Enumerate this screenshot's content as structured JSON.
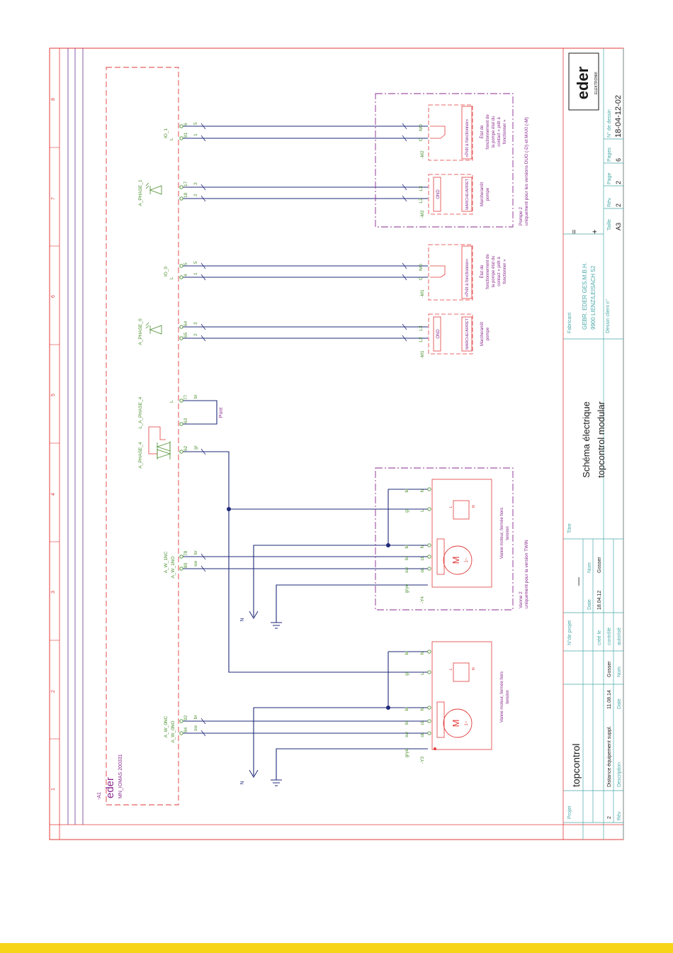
{
  "colors": {
    "frame": "#e23a3a",
    "wire": "#1f2a7a",
    "terminal": "#4a8f2e",
    "purple": "#8a2b8f",
    "teal": "#4aa8a8",
    "yellow": "#f7d417"
  },
  "grid_cols": [
    "1",
    "2",
    "3",
    "4",
    "5",
    "6",
    "7",
    "8"
  ],
  "module": {
    "ref": "-A1",
    "brand": "eder",
    "part": "MN_IOMAS 200331"
  },
  "top_labels": {
    "io1": "IO_1",
    "io0": "IO_0",
    "phase1": "A_PHASE_1",
    "phase0": "A_PHASE_0",
    "phase4": "A_PHASE_4",
    "lphase4": "L_A_PHASE_4",
    "w1nc": "A_W_1NC",
    "w1no": "A_W_1NO",
    "w0nc": "A_W_0NC",
    "w0no": "A_W_0NO",
    "L": "L",
    "N": "N",
    "pont": "Pont"
  },
  "terminals": {
    "t91": "91",
    "t6": "6",
    "t18": "18",
    "t17": "17",
    "t4": "4",
    "t5": "5",
    "t65": "65",
    "t64": "64",
    "t77": "77",
    "t63": "63",
    "t62": "62",
    "t80": "80",
    "t78": "78",
    "t94": "94",
    "t92": "92"
  },
  "wires": {
    "w1": "1",
    "w5": "5",
    "w2": "2",
    "w3": "3",
    "br": "br",
    "gr": "gr",
    "sw": "sw",
    "bl": "bl",
    "grye": "grye",
    "oL": "oL",
    "cL": "cL",
    "C": "C",
    "NO": "NO",
    "L3": "L3",
    "L2": "L2"
  },
  "devices": {
    "m2": "-M2",
    "m1": "-M1",
    "y4": "-Y4",
    "y3": "-Y3",
    "pret": "«Prêt à fonctionner»",
    "ond": "OND",
    "marche": "MARCHE/ARRET",
    "etat": [
      "État de",
      "fonctionnement de",
      "la pompe état du",
      "contact « prêt à",
      "fonctionner »"
    ],
    "marche_pompe": [
      "Marche/arrêt",
      "pompe"
    ],
    "pompe2": [
      "Pompe 2",
      "uniquement pour les versions DUO (-D) et MAXI (-M)"
    ],
    "vanne_note": [
      "Vanne moteur, fermée hors",
      "tension"
    ],
    "vanne2": [
      "Vanne 2",
      "uniquement pour la version TWIN"
    ],
    "motor": "M",
    "motor_sub": "1~",
    "relay_L": "L",
    "relay_N": "N",
    "relay_nc": "nc",
    "relay_wc": "wc",
    "relay_ot": "ot"
  },
  "title_block": {
    "projet_lbl": "Projet",
    "projet": "topcontrol",
    "nprojet_lbl": "N°de projet",
    "nprojet": "—",
    "titre_lbl": "Titre",
    "titre1": "Schéma électrique",
    "titre2": "topcontrol modular",
    "fabricant_lbl": "Fabricant",
    "fab1": "GEBR. EDER GES.M.B.H.",
    "fab2": "9900 LIENZ/LEISACH 52",
    "client_lbl": "Dessin client n°",
    "eq": "=",
    "plus": "+",
    "rev_lbl": "Rév",
    "desc_lbl": "Description",
    "date_lbl": "Date",
    "nom_lbl": "Nom",
    "rev_val": "2",
    "desc_val": "Distance équipement suppl.",
    "date_val": "11.08.14",
    "nom_val": "Gosser",
    "cree_lbl": "créé le",
    "cree_date": "18.04.12",
    "cree_nom": "Gosser",
    "controle_lbl": "contrôlé",
    "autorise_lbl": "autorisé",
    "taille_lbl": "Taille",
    "taille": "A3",
    "rev2_lbl": "Rév.",
    "rev2": "2",
    "page_lbl": "Page",
    "page": "2",
    "pages_lbl": "Pages",
    "pages": "6",
    "ndessin_lbl": "N° de dessin",
    "ndessin": "18-04-12-02",
    "logo": "eder",
    "logo_sub": "ELEKTRONIK"
  }
}
